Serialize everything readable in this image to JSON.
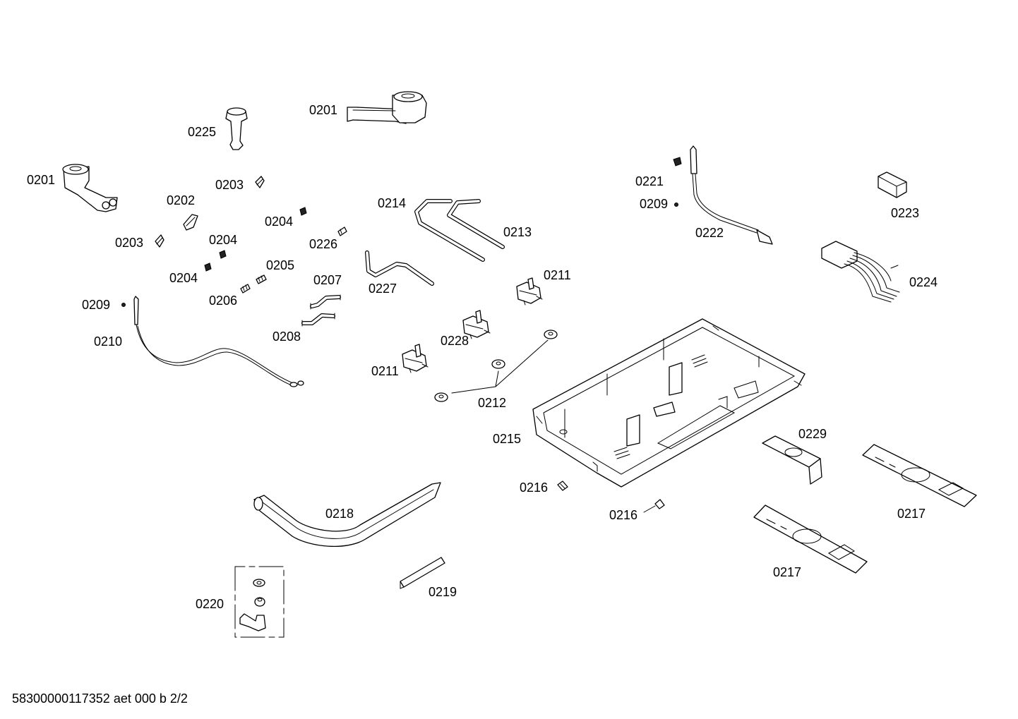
{
  "labels": {
    "l0201a": "0201",
    "l0201b": "0201",
    "l0225": "0225",
    "l0203a": "0203",
    "l0203b": "0203",
    "l0202": "0202",
    "l0204a": "0204",
    "l0204b": "0204",
    "l0204c": "0204",
    "l0205": "0205",
    "l0206": "0206",
    "l0207": "0207",
    "l0208": "0208",
    "l0226": "0226",
    "l0209a": "0209",
    "l0209b": "0209",
    "l0210": "0210",
    "l0214": "0214",
    "l0213": "0213",
    "l0227": "0227",
    "l0211a": "0211",
    "l0211b": "0211",
    "l0228": "0228",
    "l0212": "0212",
    "l0215": "0215",
    "l0216a": "0216",
    "l0216b": "0216",
    "l0217a": "0217",
    "l0217b": "0217",
    "l0218": "0218",
    "l0219": "0219",
    "l0220": "0220",
    "l0221": "0221",
    "l0222": "0222",
    "l0223": "0223",
    "l0224": "0224",
    "l0229": "0229"
  },
  "footer": "58300000117352 aet 000 b 2/2"
}
